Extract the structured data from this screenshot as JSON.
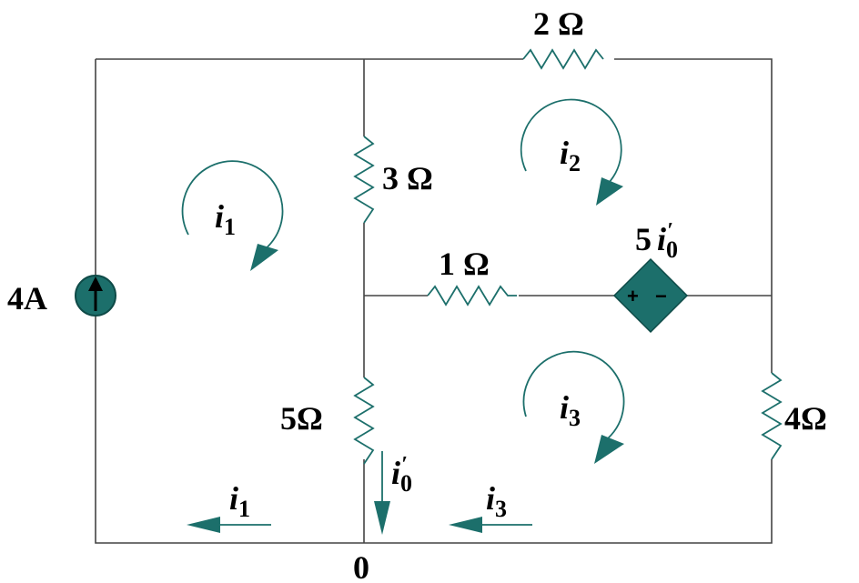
{
  "resistors": {
    "r2": "2 Ω",
    "r3": "3 Ω",
    "r1": "1 Ω",
    "r5": "5Ω",
    "r4": "4Ω"
  },
  "source": {
    "label": "4A"
  },
  "dependent_source": {
    "coef": "5",
    "var": "i",
    "sub": "0",
    "prime": "′",
    "plus": "+",
    "minus": "−"
  },
  "node": {
    "label": "0"
  },
  "mesh_currents": {
    "i1": {
      "var": "i",
      "sub": "1"
    },
    "i2": {
      "var": "i",
      "sub": "2"
    },
    "i3": {
      "var": "i",
      "sub": "3"
    }
  },
  "branch_currents": {
    "i1": {
      "var": "i",
      "sub": "1"
    },
    "i0": {
      "var": "i",
      "sub": "0",
      "prime": "′"
    },
    "i3": {
      "var": "i",
      "sub": "3"
    }
  },
  "colors": {
    "accent": "#1c6f6b",
    "wire": "#444444"
  }
}
